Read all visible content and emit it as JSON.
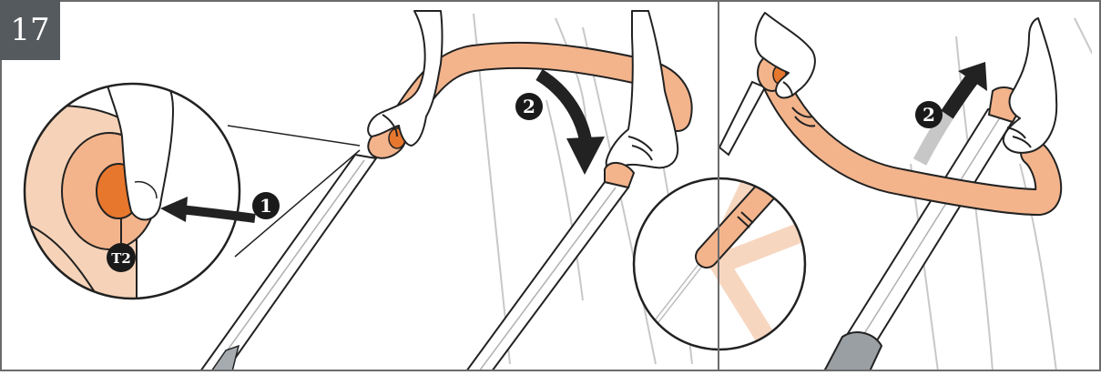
{
  "step": {
    "number": "17"
  },
  "callouts": {
    "press_marker": "1",
    "rotate_marker_left": "2",
    "rotate_marker_right": "2",
    "part_label": "T2"
  },
  "colors": {
    "frame": "#6b6b6b",
    "step_badge": "#555a5e",
    "handle_orange": "#f3b48c",
    "button_orange": "#e8772e",
    "skin": "#f6d3b8",
    "line": "#222222",
    "marker_fill": "#1a1a1a",
    "ghost_line": "#c8c8c8",
    "grey_part": "#9a9fa3"
  }
}
